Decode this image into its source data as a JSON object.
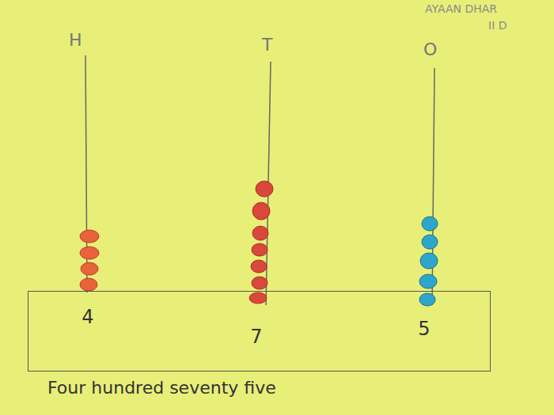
{
  "diagram": {
    "nodes": [
      {
        "text": [
          "4",
          "7",
          "5"
        ]
      }
    ],
    "edges": [],
    "labels": [
      "AYAAN DHAR",
      "II D",
      "H",
      "T",
      "O",
      "Four hundred seventy five"
    ]
  }
}
